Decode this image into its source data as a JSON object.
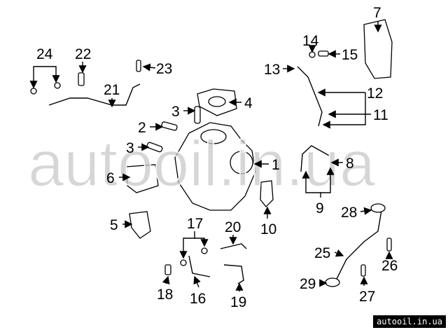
{
  "callouts": {
    "c1": "1",
    "c2": "2",
    "c3a": "3",
    "c3b": "3",
    "c4": "4",
    "c5": "5",
    "c6": "6",
    "c7": "7",
    "c8": "8",
    "c9": "9",
    "c10": "10",
    "c11": "11",
    "c12": "12",
    "c13": "13",
    "c14": "14",
    "c15": "15",
    "c16": "16",
    "c17": "17",
    "c18": "18",
    "c19": "19",
    "c20": "20",
    "c21": "21",
    "c22": "22",
    "c23": "23",
    "c24": "24",
    "c25": "25",
    "c26": "26",
    "c27": "27",
    "c28": "28",
    "c29": "29"
  },
  "watermark": "autooil.in.ua",
  "badge": "autooil.in.ua"
}
